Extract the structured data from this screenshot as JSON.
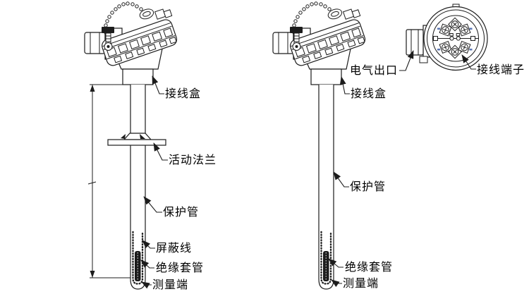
{
  "canvas": {
    "background": "#ffffff",
    "line_color": "#1c1c1c"
  },
  "figure_left": {
    "labels": {
      "junction_box": "接线盒",
      "movable_flange": "活动法兰",
      "protection_tube": "保护管",
      "shield_wire": "屏蔽线",
      "insulation_sleeve": "绝缘套管",
      "measuring_end": "测量端"
    }
  },
  "figure_right": {
    "labels": {
      "electrical_outlet": "电气出口",
      "junction_box": "接线盒",
      "protection_tube": "保护管",
      "insulation_sleeve": "绝缘套管",
      "measuring_end": "测量端",
      "terminal_block": "接线端子"
    }
  }
}
